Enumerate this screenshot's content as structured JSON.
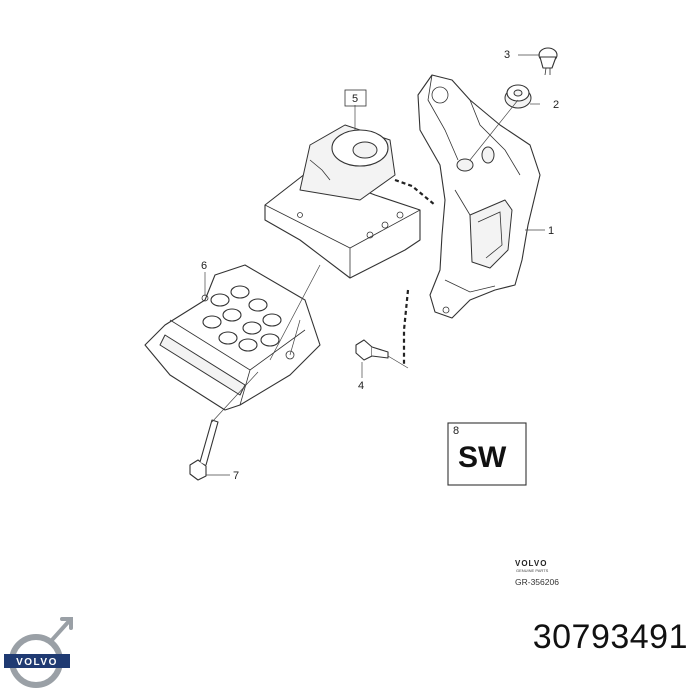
{
  "callouts": [
    {
      "id": "1",
      "label": "1"
    },
    {
      "id": "2",
      "label": "2"
    },
    {
      "id": "3",
      "label": "3"
    },
    {
      "id": "4",
      "label": "4"
    },
    {
      "id": "5",
      "label": "5"
    },
    {
      "id": "6",
      "label": "6"
    },
    {
      "id": "7",
      "label": "7"
    },
    {
      "id": "8",
      "label": "8"
    }
  ],
  "software_box": {
    "label": "SW"
  },
  "brand": {
    "name": "VOLVO",
    "subtitle": "GENUINE PARTS",
    "reference": "GR-356206"
  },
  "logo": {
    "wordmark": "VOLVO"
  },
  "part_number": "30793491"
}
